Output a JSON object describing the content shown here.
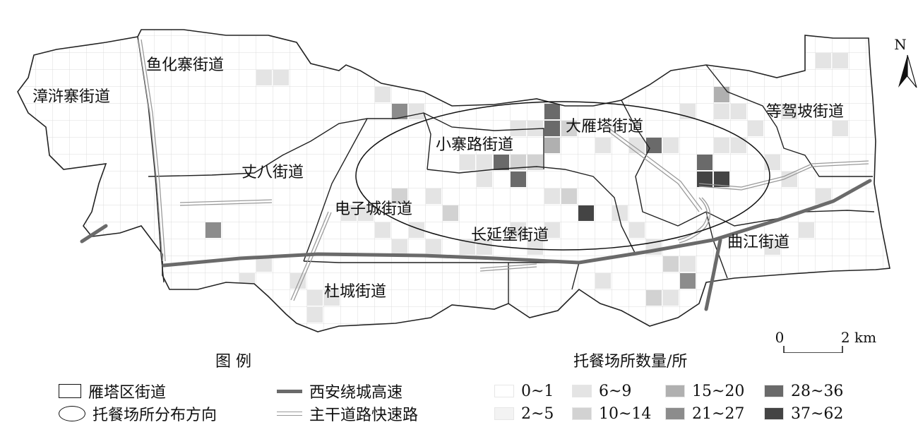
{
  "map": {
    "districts": [
      {
        "name": "漳浒寨街道"
      },
      {
        "name": "鱼化寨街道"
      },
      {
        "name": "丈八街道"
      },
      {
        "name": "小寨路街道"
      },
      {
        "name": "大雁塔街道"
      },
      {
        "name": "等驾坡街道"
      },
      {
        "name": "电子城街道"
      },
      {
        "name": "长延堡街道"
      },
      {
        "name": "曲江街道"
      },
      {
        "name": "杜城街道"
      }
    ],
    "north_label": "N",
    "scale": {
      "start": "0",
      "end": "2 km"
    }
  },
  "legend": {
    "title": "图  例",
    "items": [
      {
        "label": "雁塔区街道",
        "symbol": "rect-outline-icon"
      },
      {
        "label": "托餐场所分布方向",
        "symbol": "ellipse-outline-icon"
      },
      {
        "label": "西安绕城高速",
        "symbol": "thick-line-icon"
      },
      {
        "label": "主干道路快速路",
        "symbol": "double-line-icon"
      }
    ],
    "count_title": "托餐场所数量/所",
    "classes": [
      {
        "label": "0~1",
        "color": "#ffffff"
      },
      {
        "label": "2~5",
        "color": "#f3f3f3"
      },
      {
        "label": "6~9",
        "color": "#e4e4e4"
      },
      {
        "label": "10~14",
        "color": "#d2d2d2"
      },
      {
        "label": "15~20",
        "color": "#b0b0b0"
      },
      {
        "label": "21~27",
        "color": "#8c8c8c"
      },
      {
        "label": "28~36",
        "color": "#6a6a6a"
      },
      {
        "label": "37~62",
        "color": "#444444"
      }
    ]
  }
}
